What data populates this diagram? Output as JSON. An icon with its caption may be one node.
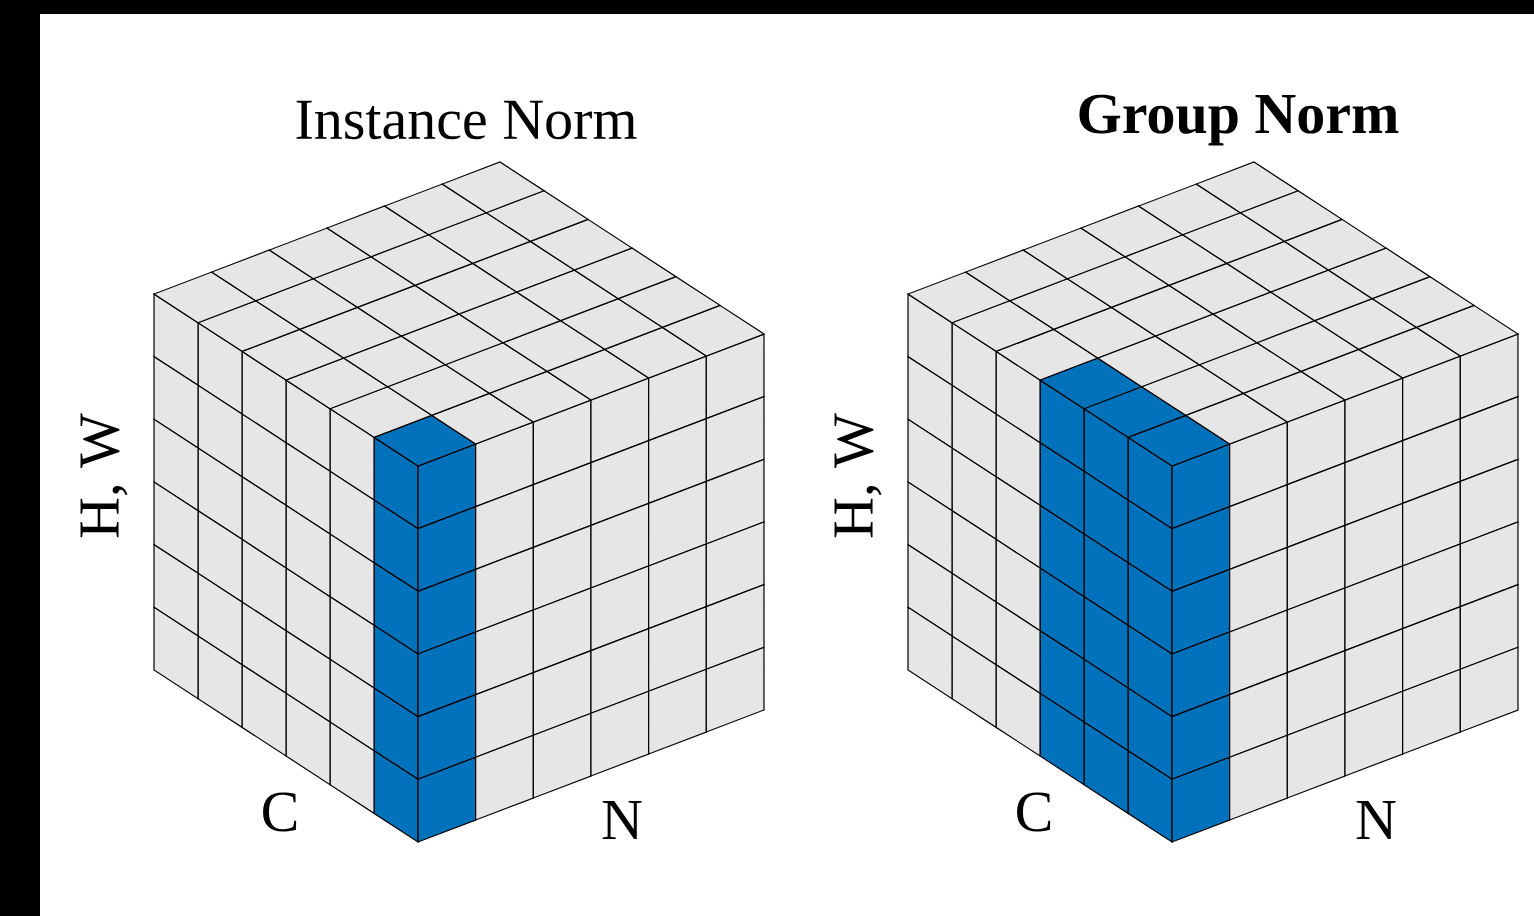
{
  "diagram": {
    "labels": [
      "Instance Norm",
      "Group Norm",
      "H, W",
      "C",
      "N",
      "H, W",
      "C",
      "N"
    ]
  }
}
